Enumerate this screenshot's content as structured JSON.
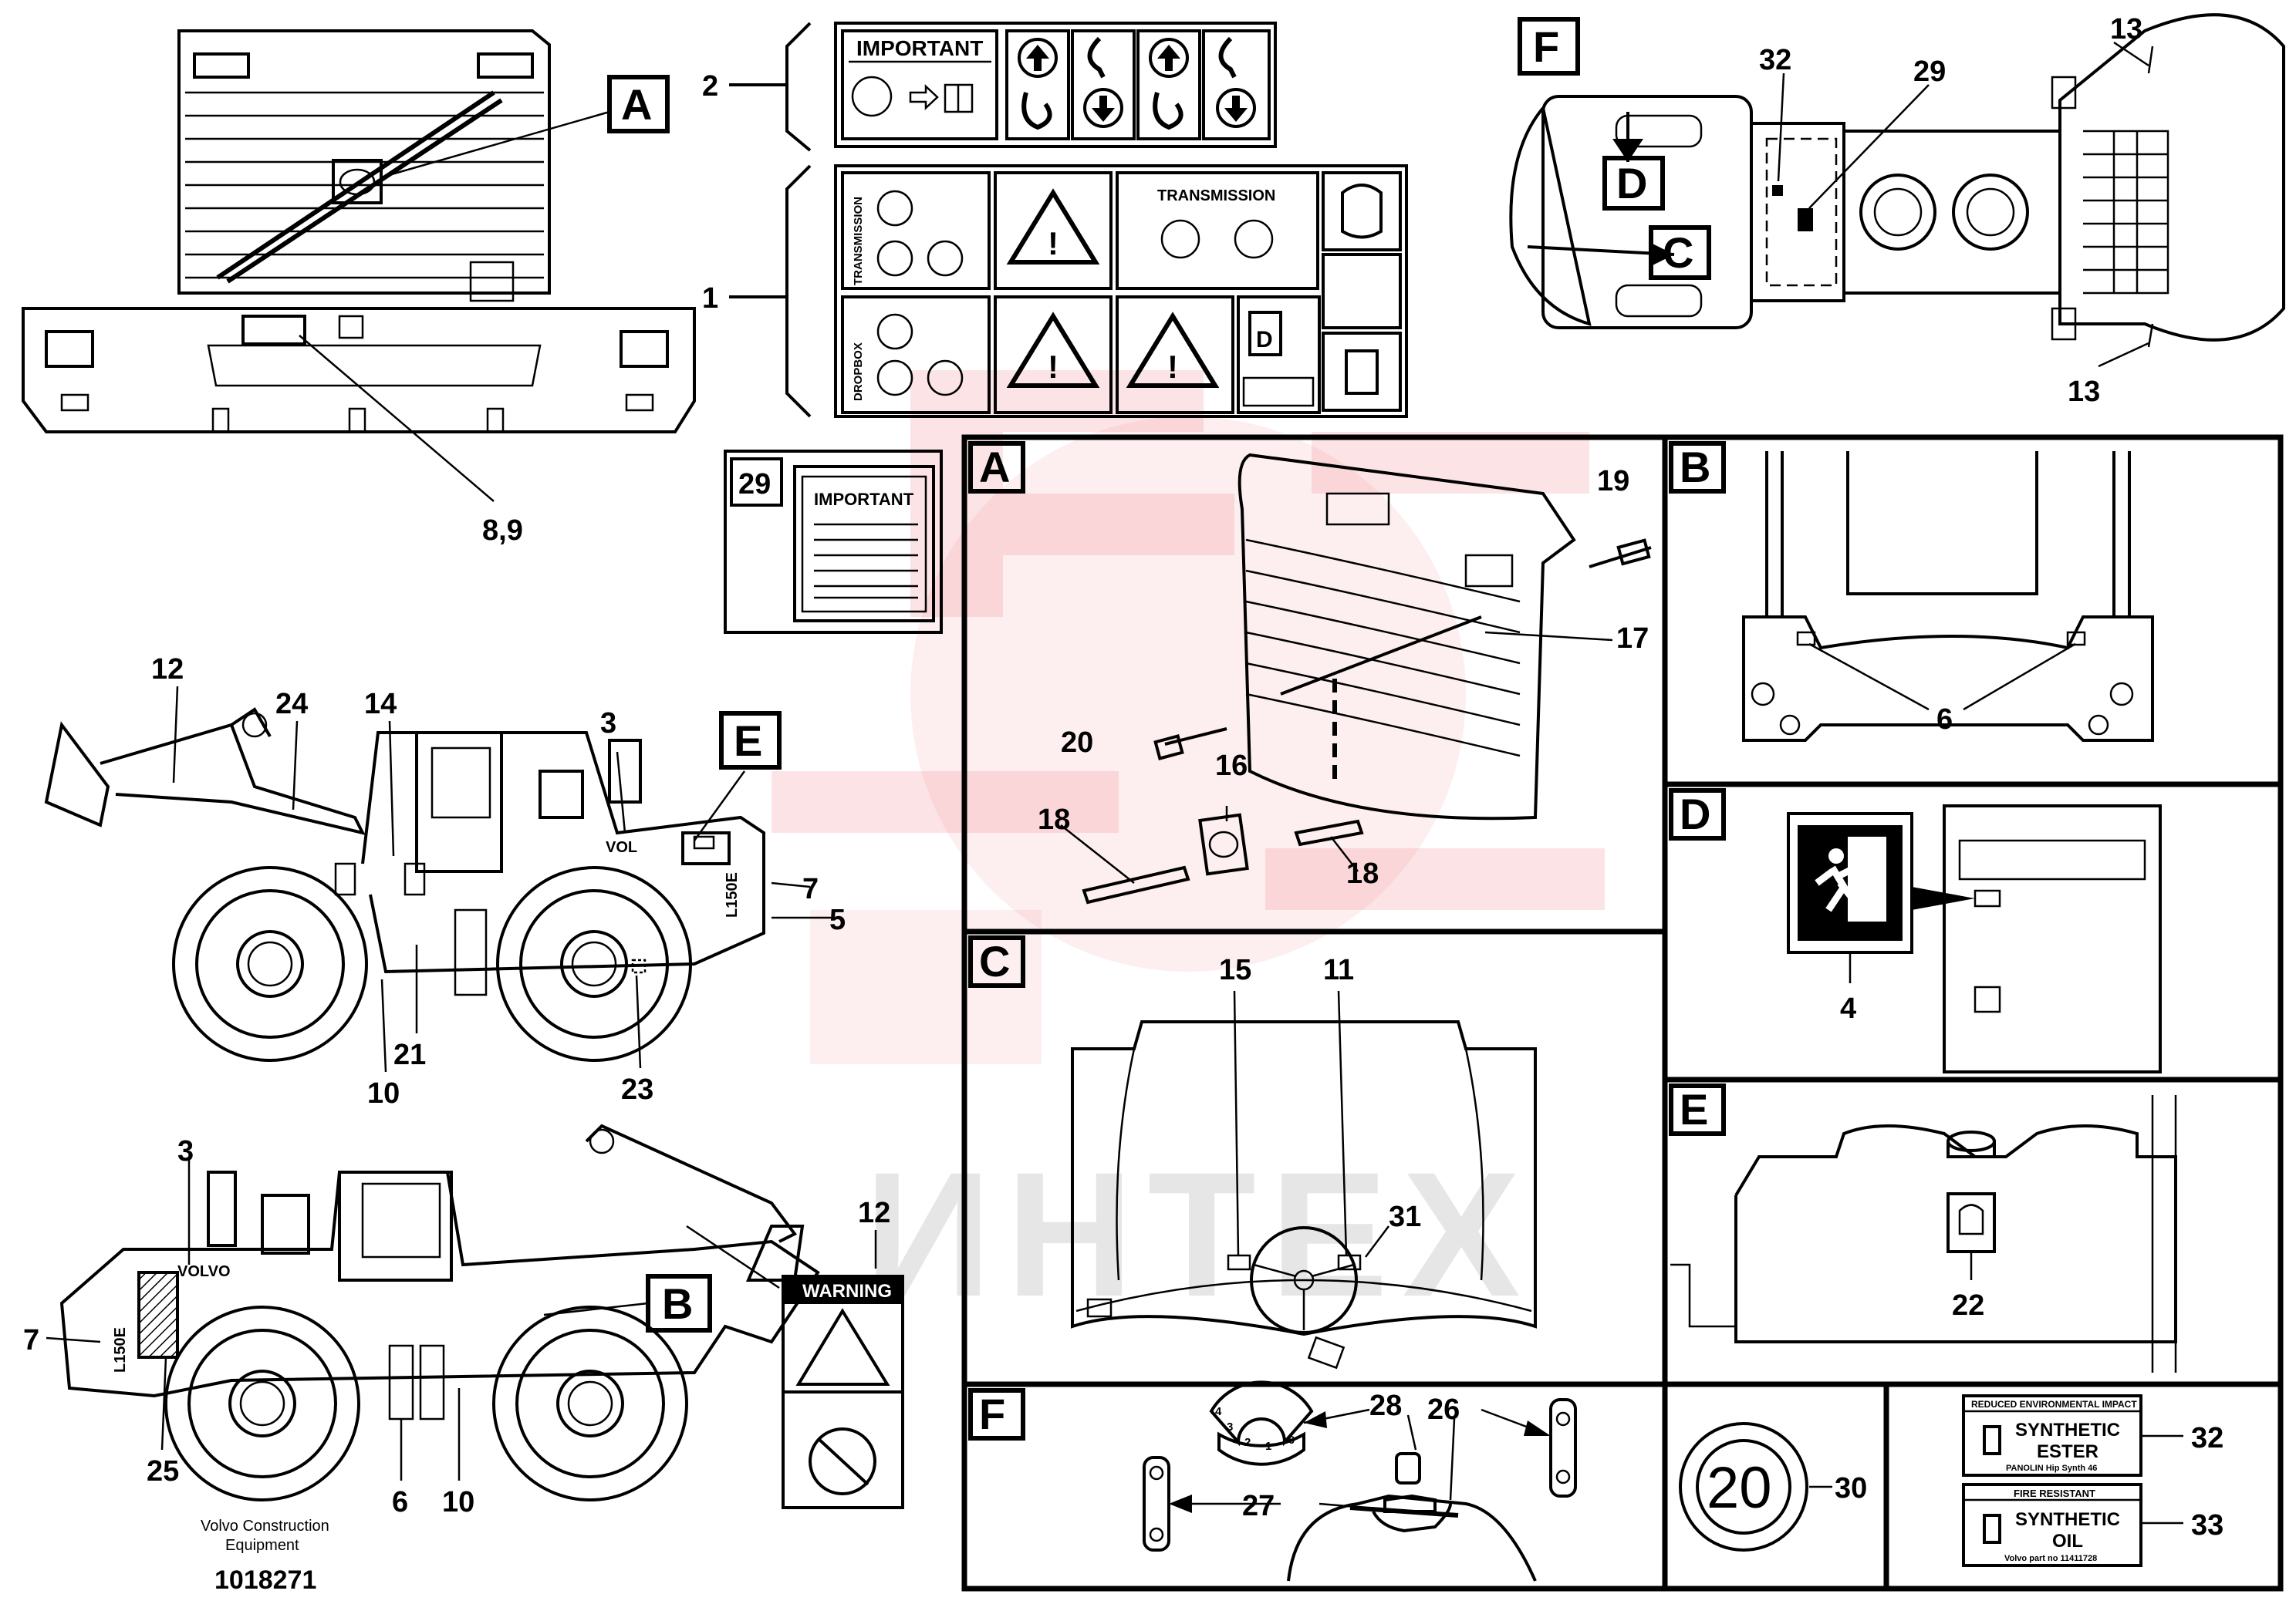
{
  "watermark": {
    "text": "ИНТЕХ"
  },
  "callouts": {
    "c1": "1",
    "c2": "2",
    "c3a": "3",
    "c3b": "3",
    "c4": "4",
    "c5": "5",
    "c6": "6",
    "c6b": "6",
    "c7a": "7",
    "c7b": "7",
    "c89": "8,9",
    "c10a": "10",
    "c10b": "10",
    "c11": "11",
    "c12a": "12",
    "c12b": "12",
    "c13a": "13",
    "c13b": "13",
    "c14": "14",
    "c15": "15",
    "c16": "16",
    "c17": "17",
    "c18a": "18",
    "c18b": "18",
    "c19": "19",
    "c20": "20",
    "c21": "21",
    "c22": "22",
    "c23": "23",
    "c24": "24",
    "c25": "25",
    "c26": "26",
    "c27": "27",
    "c28": "28",
    "c29": "29",
    "c29b": "29",
    "c30": "30",
    "c31": "31",
    "c32": "32",
    "c32b": "32",
    "c33": "33"
  },
  "section_letters": {
    "A": "A",
    "B": "B",
    "C": "C",
    "D": "D",
    "E": "E",
    "F": "F"
  },
  "decals": {
    "important": "IMPORTANT",
    "transmission": "TRANSMISSION",
    "dropbox": "DROPBOX",
    "warning": "WARNING",
    "model": "L150E",
    "brand": "VOLVO",
    "brand_short": "VOL",
    "speed": "20",
    "gear_digits": [
      "4",
      "3",
      "2",
      "1",
      "0"
    ],
    "ester": {
      "header": "REDUCED ENVIRONMENTAL IMPACT",
      "line1": "SYNTHETIC",
      "line2": "ESTER",
      "footer": "PANOLIN Hip Synth 46"
    },
    "oil": {
      "header": "FIRE RESISTANT",
      "line1": "SYNTHETIC",
      "line2": "OIL",
      "footer": "Volvo part no 11411728"
    }
  },
  "footer": {
    "company_line1": "Volvo Construction",
    "company_line2": "Equipment",
    "drawing_no": "1018271"
  }
}
